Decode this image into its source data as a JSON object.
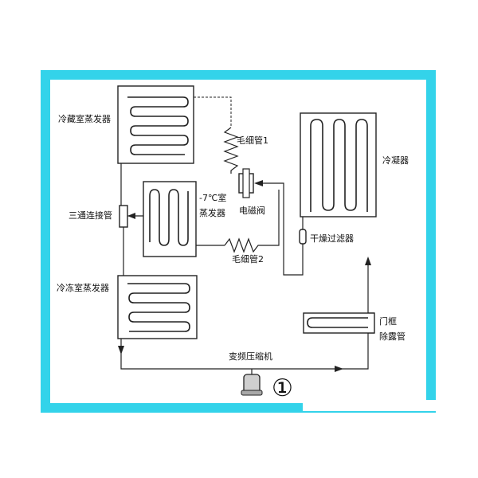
{
  "colors": {
    "frame": "#33d3ea",
    "line": "#222222",
    "background": "#ffffff"
  },
  "labels": {
    "fridge_evaporator": "冷藏室蒸发器",
    "capillary_1": "毛细管1",
    "condenser": "冷凝器",
    "three_way_pipe": "三通连接管",
    "minus7_room_line1": "-7℃室",
    "minus7_room_line2": "蒸发器",
    "solenoid_valve": "电磁阀",
    "dryer_filter": "干燥过滤器",
    "capillary_2": "毛细管2",
    "freezer_evaporator": "冷冻室蒸发器",
    "door_frame_line1": "门框",
    "door_frame_line2": "除露管",
    "inverter_compressor": "变频压缩机",
    "figure_number": "①"
  }
}
